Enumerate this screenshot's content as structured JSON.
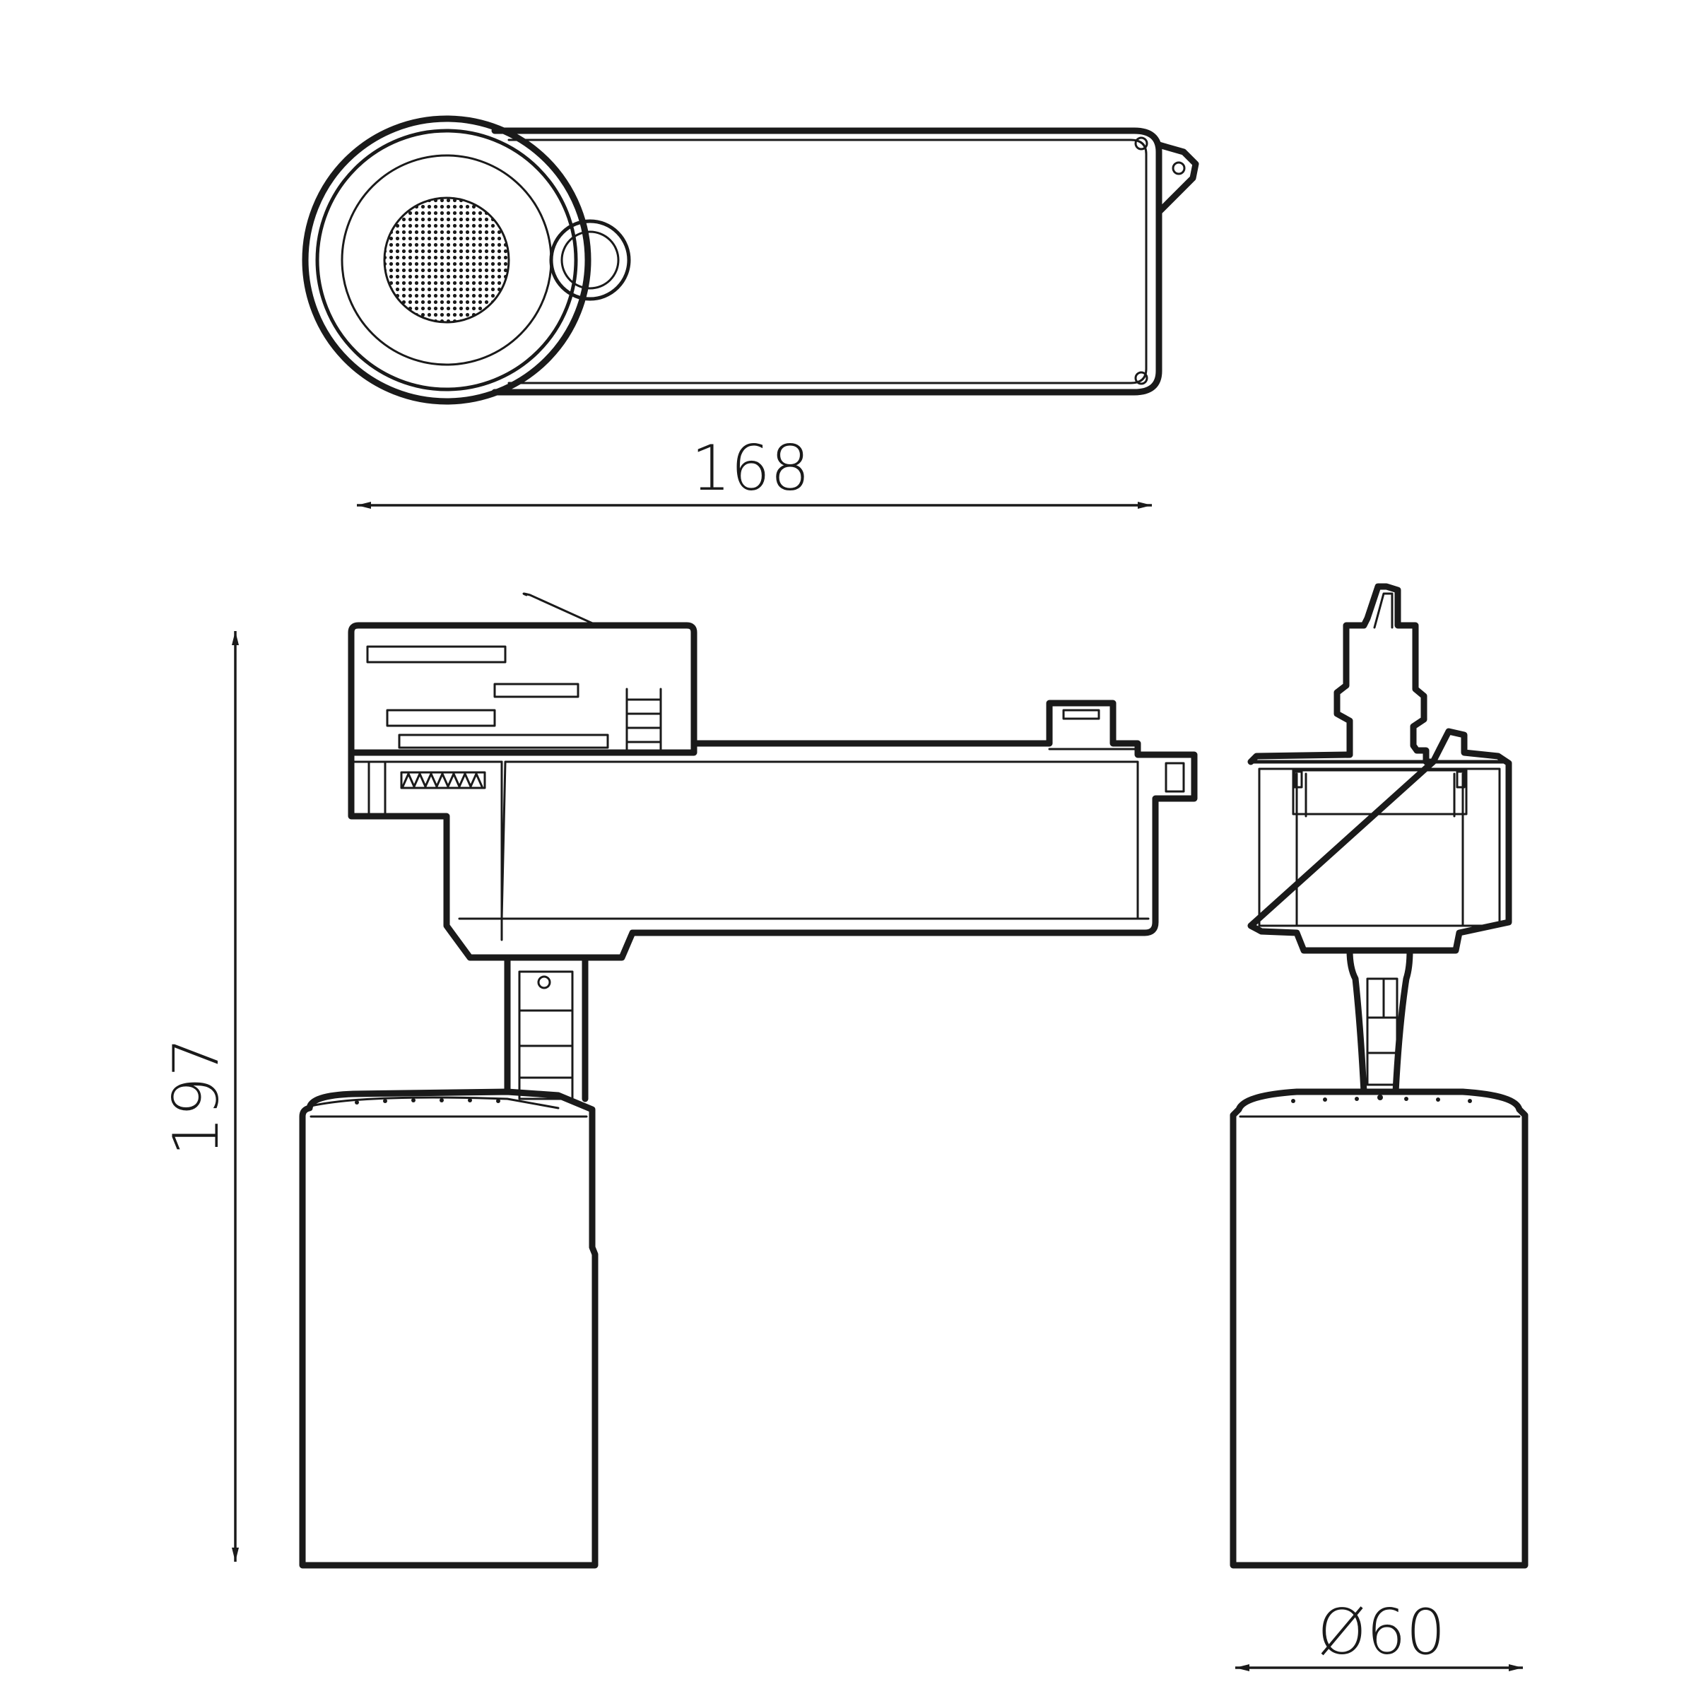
{
  "dimensions": {
    "length": "168",
    "height": "197",
    "diameter": "Ø60"
  },
  "colors": {
    "line": "#1a1a1a",
    "background": "#ffffff"
  }
}
